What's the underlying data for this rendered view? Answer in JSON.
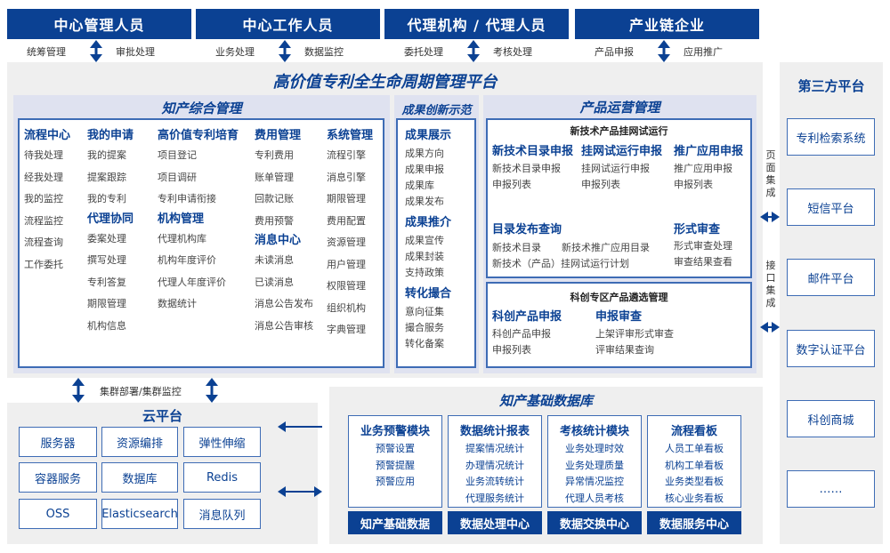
{
  "roles": [
    {
      "label": "中心管理人员",
      "left": "统筹管理",
      "right": "审批处理"
    },
    {
      "label": "中心工作人员",
      "left": "业务处理",
      "right": "数据监控"
    },
    {
      "label": "代理机构 / 代理人员",
      "left": "委托处理",
      "right": "考核处理"
    },
    {
      "label": "产业链企业",
      "left": "产品申报",
      "right": "应用推广"
    }
  ],
  "platform": {
    "title": "高价值专利全生命周期管理平台"
  },
  "ip_mgmt": {
    "title": "知产综合管理",
    "columns": [
      [
        {
          "head": "流程中心",
          "items": [
            "待我处理",
            "经我处理",
            "我的监控",
            "流程监控",
            "流程查询",
            "工作委托"
          ]
        }
      ],
      [
        {
          "head": "我的申请",
          "items": [
            "我的提案",
            "提案跟踪",
            "我的专利"
          ]
        },
        {
          "head": "代理协同",
          "items": [
            "委案处理",
            "撰写处理",
            "专利答复",
            "期限管理",
            "机构信息"
          ]
        }
      ],
      [
        {
          "head": "高价值专利培育",
          "items": [
            "项目登记",
            "项目调研",
            "专利申请衔接"
          ]
        },
        {
          "head": "机构管理",
          "items": [
            "代理机构库",
            "机构年度评价",
            "代理人年度评价",
            "数据统计"
          ]
        }
      ],
      [
        {
          "head": "费用管理",
          "items": [
            "专利费用",
            "账单管理",
            "回款记账",
            "费用预警"
          ]
        },
        {
          "head": "消息中心",
          "items": [
            "未读消息",
            "已读消息",
            "消息公告发布",
            "消息公告审核"
          ]
        }
      ],
      [
        {
          "head": "系统管理",
          "items": [
            "流程引擎",
            "消息引擎",
            "期限管理",
            "费用配置",
            "资源管理",
            "用户管理",
            "权限管理",
            "组织机构",
            "字典管理"
          ]
        }
      ]
    ]
  },
  "achievements": {
    "title": "成果创新示范",
    "groups": [
      {
        "head": "成果展示",
        "items": [
          "成果方向",
          "成果申报",
          "成果库",
          "成果发布"
        ]
      },
      {
        "head": "成果推介",
        "items": [
          "成果宣传",
          "成果封装",
          "支持政策"
        ]
      },
      {
        "head": "转化撮合",
        "items": [
          "意向征集",
          "撮合服务",
          "转化备案"
        ]
      }
    ]
  },
  "product_ops": {
    "title": "产品运营管理",
    "trial": {
      "title": "新技术产品挂网试运行",
      "g1": {
        "head": "新技术目录申报",
        "items": [
          "新技术目录申报",
          "申报列表"
        ]
      },
      "g2": {
        "head": "挂网试运行申报",
        "items": [
          "挂网试运行申报",
          "申报列表"
        ]
      },
      "g3": {
        "head": "推广应用申报",
        "items": [
          "推广应用申报",
          "申报列表"
        ]
      },
      "g4": {
        "head": "目录发布查询",
        "items": [
          "新技术目录",
          "新技术推广应用目录",
          "新技术（产品）挂网试运行计划"
        ]
      },
      "g5": {
        "head": "形式审查",
        "items": [
          "形式审查处理",
          "审查结果查看"
        ]
      }
    },
    "kechuang": {
      "title": "科创专区产品遴选管理",
      "g1": {
        "head": "科创产品申报",
        "items": [
          "科创产品申报",
          "申报列表"
        ]
      },
      "g2": {
        "head": "申报审查",
        "items": [
          "上架评审形式审查",
          "评审结果查询"
        ]
      }
    }
  },
  "integration": {
    "page": "页面集成",
    "api": "接口集成"
  },
  "third_party": {
    "title": "第三方平台",
    "items": [
      "专利检索系统",
      "短信平台",
      "邮件平台",
      "数字认证平台",
      "科创商城",
      "……"
    ]
  },
  "cluster": {
    "label": "集群部署/集群监控"
  },
  "cloud": {
    "title": "云平台",
    "items": [
      "服务器",
      "资源编排",
      "弹性伸缩",
      "容器服务",
      "数据库",
      "Redis",
      "OSS",
      "Elasticsearch",
      "消息队列"
    ]
  },
  "database": {
    "title": "知产基础数据库",
    "modules": [
      {
        "head": "业务预警模块",
        "items": [
          "预警设置",
          "预警提醒",
          "预警应用"
        ],
        "footer": "知产基础数据"
      },
      {
        "head": "数据统计报表",
        "items": [
          "提案情况统计",
          "办理情况统计",
          "业务流转统计",
          "代理服务统计"
        ],
        "footer": "数据处理中心"
      },
      {
        "head": "考核统计模块",
        "items": [
          "业务处理时效",
          "业务处理质量",
          "异常情况监控",
          "代理人员考核"
        ],
        "footer": "数据交换中心"
      },
      {
        "head": "流程看板",
        "items": [
          "人员工单看板",
          "机构工单看板",
          "业务类型看板",
          "核心业务看板"
        ],
        "footer": "数据服务中心"
      }
    ]
  },
  "colors": {
    "primary": "#0b4193",
    "border": "#3e6cb5",
    "panel": "#dfe2f0",
    "background": "#efefef"
  }
}
